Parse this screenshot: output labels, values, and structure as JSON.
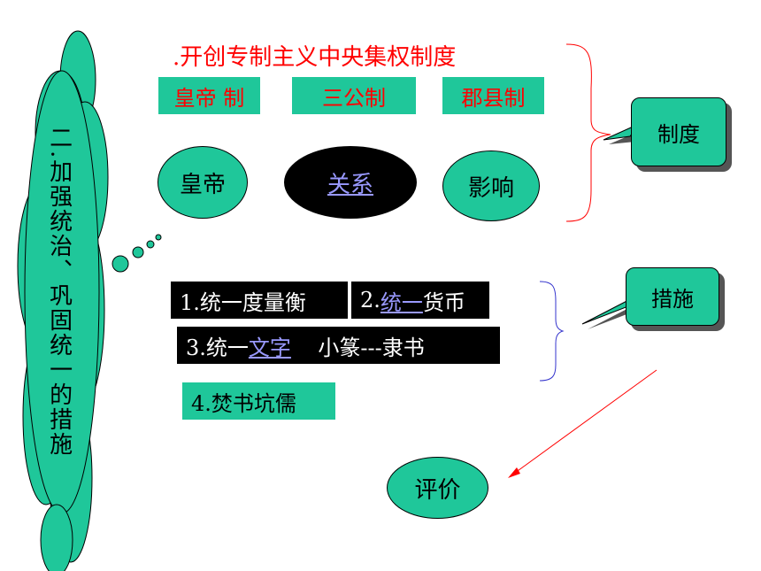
{
  "side_label": "二.加强统治、巩固统一的措施",
  "title": ".开创专制主义中央集权制度",
  "systems": [
    "皇帝 制",
    "三公制",
    "郡县制"
  ],
  "ovals": {
    "emperor": "皇帝",
    "relation": "关系",
    "influence": "影响"
  },
  "callouts": {
    "system": "制度",
    "measures": "措施"
  },
  "measures": {
    "m1": "1.统一度量衡",
    "m2_prefix": "2.",
    "m2_link": "统一",
    "m2_suffix": "货币",
    "m3_prefix": "3.统一",
    "m3_link": "文字",
    "m3_suffix": "    小篆---隶书",
    "m4": "4.焚书坑儒"
  },
  "evaluation": "评价",
  "colors": {
    "teal": "#1fc79a",
    "red": "#ff0000",
    "black": "#000000",
    "link": "#9999ff"
  }
}
